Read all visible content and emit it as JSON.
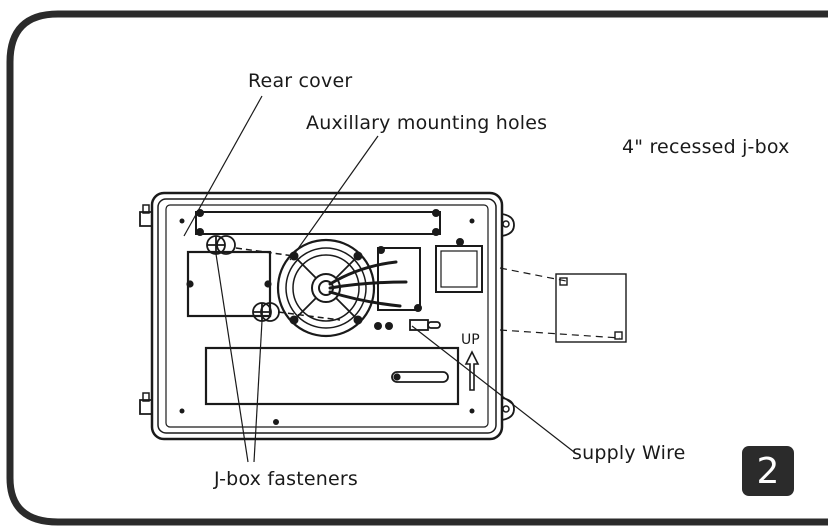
{
  "labels": {
    "rear_cover": "Rear cover",
    "aux_holes": "Auxillary mounting holes",
    "jbox": "4\" recessed j-box",
    "supply_wire": "supply Wire",
    "fasteners": "J-box fasteners",
    "up": "UP"
  },
  "step_number": "2",
  "colors": {
    "frame": "#2b2b2b",
    "line": "#1a1a1a",
    "badge": "#2b2b2b"
  }
}
